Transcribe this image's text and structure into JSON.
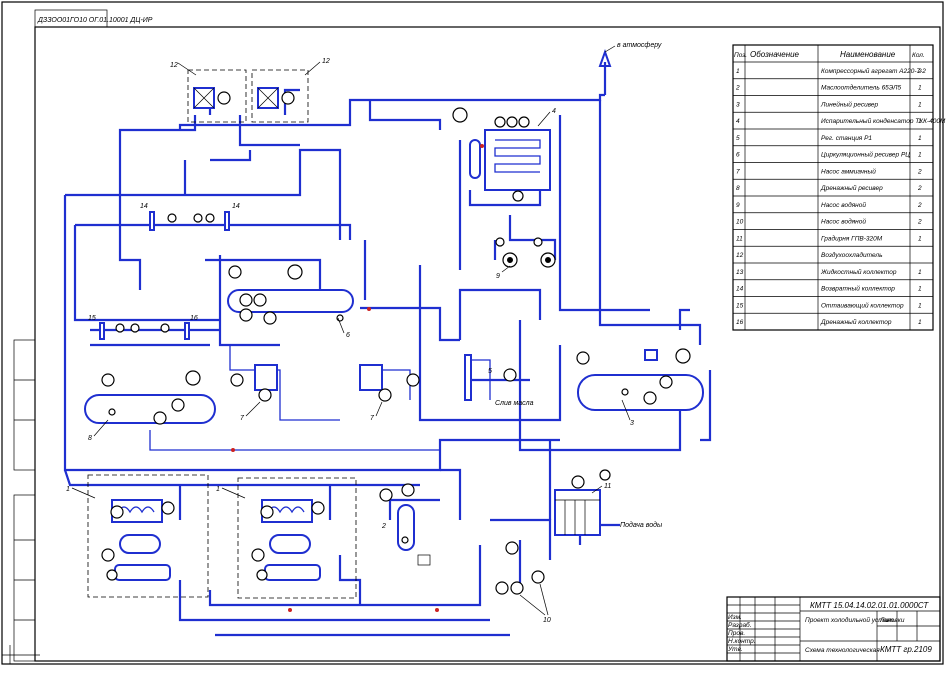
{
  "stamp_top": "ДЗЗОО01ГО10 ОГ.01.10001 ДЦ-ИР",
  "exhaust_label": "в атмосферу",
  "spec_table": {
    "headers": {
      "pos": "Поз.",
      "designation": "Обозначение",
      "name": "Наименование",
      "qty": "Кол."
    },
    "rows": [
      {
        "pos": "1",
        "name": "Компрессорный агрегат А220-7-2",
        "qty": "2"
      },
      {
        "pos": "2",
        "name": "Маслоотделитель 65ЭЛ5",
        "qty": "1"
      },
      {
        "pos": "3",
        "name": "Линейный ресивер",
        "qty": "1"
      },
      {
        "pos": "4",
        "name": "Испарительный конденсатор ТКК-400М",
        "qty": "1"
      },
      {
        "pos": "5",
        "name": "Рег. станция Р1",
        "qty": "1"
      },
      {
        "pos": "6",
        "name": "Циркуляционный ресивер РЦ",
        "qty": "1"
      },
      {
        "pos": "7",
        "name": "Насос аммиачный",
        "qty": "2"
      },
      {
        "pos": "8",
        "name": "Дренажный ресивер",
        "qty": "2"
      },
      {
        "pos": "9",
        "name": "Насос водяной",
        "qty": "2"
      },
      {
        "pos": "10",
        "name": "Насос водяной",
        "qty": "2"
      },
      {
        "pos": "11",
        "name": "Градирня ГПВ-320М",
        "qty": "1"
      },
      {
        "pos": "12",
        "name": "Воздухоохладитель",
        "qty": ""
      },
      {
        "pos": "13",
        "name": "Жидкостный коллектор",
        "qty": "1"
      },
      {
        "pos": "14",
        "name": "Возвратный коллектор",
        "qty": "1"
      },
      {
        "pos": "15",
        "name": "Оттаивающий коллектор",
        "qty": "1"
      },
      {
        "pos": "16",
        "name": "Дренажный коллектор",
        "qty": "1"
      }
    ]
  },
  "title_block": {
    "doc_code": "КМТТ 15.04.14.02.01.01.0000СТ",
    "project": "Проект холодильной установки",
    "subtitle": "Схема технологическая",
    "group": "КМТТ гр.2109",
    "sheet": "Лит.",
    "rows": [
      "Изм.",
      "Разраб.",
      "Пров.",
      "Н.контр.",
      "Утв."
    ]
  },
  "labels": {
    "to_atm": "в атмосферу",
    "drain_oil": "Слив масла",
    "water_supply": "Подача воды",
    "p1": "1",
    "p1b": "1",
    "p2": "2",
    "p3": "3",
    "p4": "4",
    "p5": "5",
    "p6": "6",
    "p7": "7",
    "p7b": "7",
    "p8": "8",
    "p9": "9",
    "p10": "10",
    "p11": "11",
    "p12": "12",
    "p12b": "12",
    "p14": "14",
    "p14b": "14",
    "p15": "15",
    "p16": "16"
  },
  "colors": {
    "pipe": "#1f2fd0",
    "line": "#000000",
    "accent_red": "#cc2222"
  }
}
